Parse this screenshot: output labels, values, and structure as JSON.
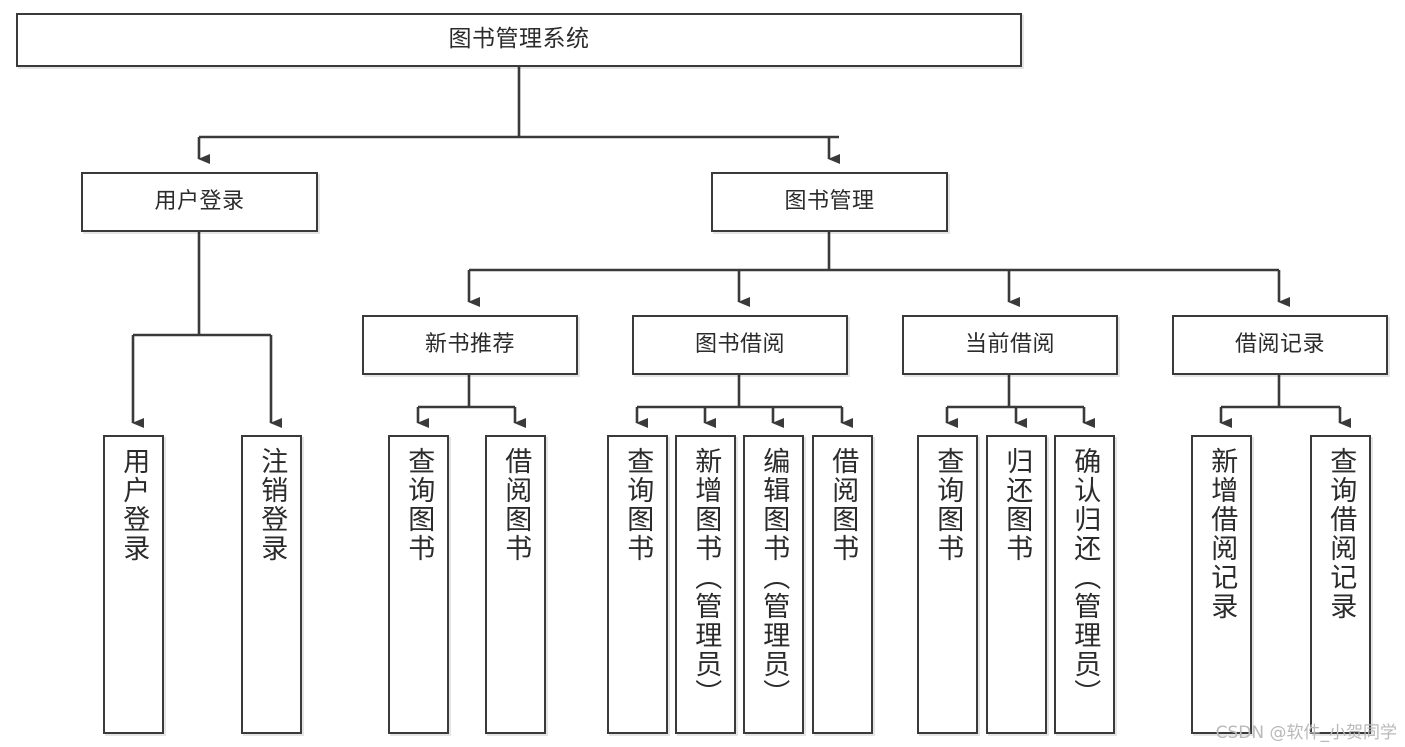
{
  "diagram": {
    "type": "tree",
    "title": "图书管理系统",
    "watermark": "CSDN @软件_小贺同学",
    "colors": {
      "stroke": "#3a3a3a",
      "fill": "#ffffff",
      "text": "#2b2b2b",
      "watermark": "#b9b9b9"
    },
    "levels": {
      "root": {
        "label": "图书管理系统"
      },
      "level2": [
        {
          "label": "用户登录"
        },
        {
          "label": "图书管理"
        }
      ],
      "level3": [
        {
          "label": "新书推荐"
        },
        {
          "label": "图书借阅"
        },
        {
          "label": "当前借阅"
        },
        {
          "label": "借阅记录"
        }
      ],
      "leaves": {
        "user_login": [
          {
            "label": "用户登录"
          },
          {
            "label": "注销登录"
          }
        ],
        "new_book_recommend": [
          {
            "label": "查询图书"
          },
          {
            "label": "借阅图书"
          }
        ],
        "book_borrow": [
          {
            "label": "查询图书"
          },
          {
            "label": "新增图书（管理员）"
          },
          {
            "label": "编辑图书（管理员）"
          },
          {
            "label": "借阅图书"
          }
        ],
        "current_borrow": [
          {
            "label": "查询图书"
          },
          {
            "label": "归还图书"
          },
          {
            "label": "确认归还（管理员）"
          }
        ],
        "borrow_record": [
          {
            "label": "新增借阅记录"
          },
          {
            "label": "查询借阅记录"
          }
        ]
      }
    }
  }
}
